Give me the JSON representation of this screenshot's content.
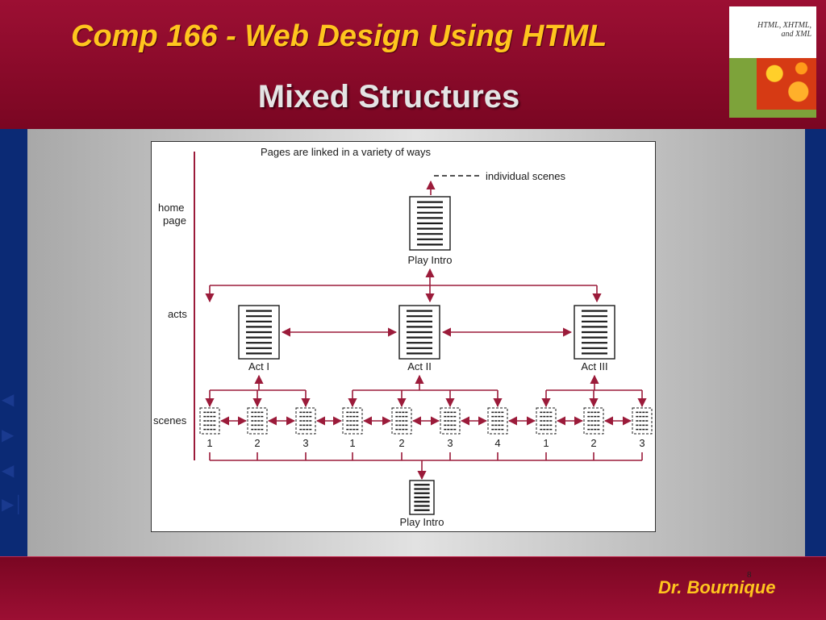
{
  "header": {
    "course_title": "Comp 166 - Web Design Using HTML",
    "slide_title": "Mixed Structures"
  },
  "book_cover": {
    "title_lines": [
      "HTML, XHTML,",
      "and XML"
    ]
  },
  "navigation": {
    "first_icon": "first-slide-icon",
    "prev_icon": "previous-slide-icon",
    "next_icon": "next-slide-icon",
    "last_icon": "last-slide-icon"
  },
  "diagram": {
    "caption": "Pages are linked in a variety of ways",
    "legend": "individual scenes",
    "levels": [
      "home\npage",
      "acts",
      "scenes"
    ],
    "level_home_1": "home",
    "level_home_2": "page",
    "level_acts": "acts",
    "level_scenes": "scenes",
    "top_page": "Play Intro",
    "bottom_page": "Play Intro",
    "acts": [
      {
        "label": "Act I",
        "scenes": [
          "1",
          "2",
          "3"
        ]
      },
      {
        "label": "Act II",
        "scenes": [
          "1",
          "2",
          "3",
          "4"
        ]
      },
      {
        "label": "Act III",
        "scenes": [
          "1",
          "2",
          "3"
        ]
      }
    ],
    "colors": {
      "arrow": "#9b1b3a",
      "line": "#1a1a1a"
    }
  },
  "footer": {
    "author": "Dr. Bournique",
    "slide_number": "8"
  }
}
